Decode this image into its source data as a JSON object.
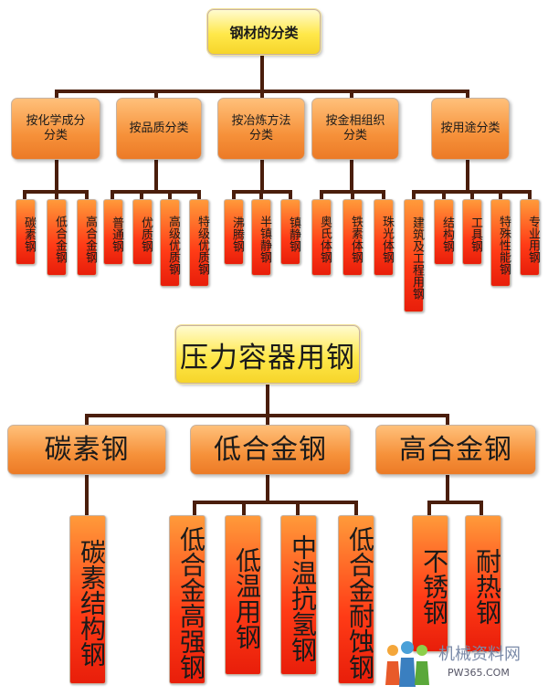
{
  "steel_classification": {
    "root": "钢材的分类",
    "categories": [
      {
        "label": "按化学成分分类",
        "items": [
          "碳素钢",
          "低合金钢",
          "高合金钢"
        ]
      },
      {
        "label": "按品质分类",
        "items": [
          "普通钢",
          "优质钢",
          "高级优质钢",
          "特级优质钢"
        ]
      },
      {
        "label": "按冶炼方法分类",
        "items": [
          "沸腾钢",
          "半镇静钢",
          "镇静钢"
        ]
      },
      {
        "label": "按金相组织分类",
        "items": [
          "奥氏体钢",
          "铁素体钢",
          "珠光体钢"
        ]
      },
      {
        "label": "按用途分类",
        "items": [
          "建筑及工程用钢",
          "结构钢",
          "工具钢",
          "特殊性能钢",
          "专业用钢"
        ]
      }
    ]
  },
  "pressure_vessel_steel": {
    "root": "压力容器用钢",
    "categories": [
      {
        "label": "碳素钢",
        "items": [
          "碳素结构钢"
        ]
      },
      {
        "label": "低合金钢",
        "items": [
          "低合金高强钢",
          "低温用钢",
          "中温抗氢钢",
          "低合金耐蚀钢"
        ]
      },
      {
        "label": "高合金钢",
        "items": [
          "不锈钢",
          "耐热钢"
        ]
      }
    ]
  },
  "watermark": {
    "brand": "机械资料网",
    "site": "PW365.COM"
  },
  "colors": {
    "root": "#ffe84a",
    "category": "#f6913a",
    "leaf": "#ff3b16",
    "line": "#4a1e0c"
  }
}
